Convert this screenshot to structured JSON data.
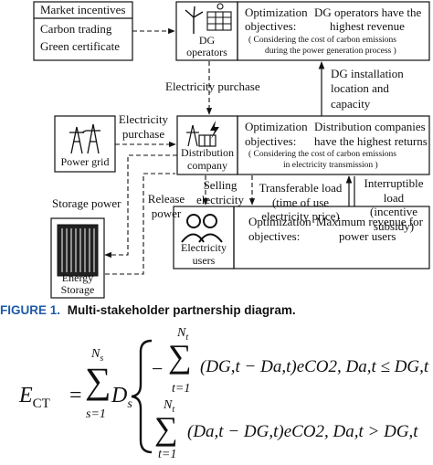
{
  "market": {
    "title": "Market incentives",
    "item1": "Carbon trading",
    "item2": "Green certificate"
  },
  "dg": {
    "label1": "DG",
    "label2": "operators",
    "opt_label": "Optimization",
    "obj_label": "objectives:",
    "goal1": "DG operators have the",
    "goal2": "highest revenue",
    "note1": "(  Considering the cost of carbon emissions",
    "note2": "during the power generation process  )"
  },
  "links": {
    "elec_purchase_top": "Electricity purchase",
    "installation1": "DG installation",
    "installation2": "location and",
    "installation3": "capacity",
    "elec_purchase_left1": "Electricity",
    "elec_purchase_left2": "purchase",
    "storage_power": "Storage power",
    "release1": "Release",
    "release2": "power",
    "selling1": "Selling",
    "selling2": "electricity",
    "transferable1": "Transferable load",
    "transferable2": "(time of use",
    "transferable3": "electricity price)",
    "interruptible1": "Interruptible",
    "interruptible2": "load",
    "interruptible3": "(incentive",
    "interruptible4": "subsidy)"
  },
  "grid": {
    "label": "Power grid"
  },
  "dist": {
    "label1": "Distribution",
    "label2": "company",
    "opt_label": "Optimization",
    "obj_label": "objectives:",
    "goal1": "Distribution companies",
    "goal2": "have the highest returns",
    "note1": "(  Considering the cost of carbon emissions",
    "note2": "in electricity transmission  )"
  },
  "users": {
    "label1": "Electricity",
    "label2": "users",
    "opt_label": "Optimization",
    "obj_label": "objectives:",
    "goal1": "Maximum revenue for",
    "goal2": "power users"
  },
  "storage": {
    "label1": "Energy",
    "label2": "Storage"
  },
  "caption": {
    "figure": "FIGURE 1.",
    "text": "Multi-stakeholder partnership diagram."
  },
  "equation": {
    "lhs_symbol": "E",
    "lhs_sub": "CT",
    "equals": "=",
    "sum_upper": "N",
    "sum_upper_sub": "s",
    "sum_lower": "s=1",
    "D": "D",
    "D_sub": "s",
    "row1_sign": "−",
    "row1_upper": "N",
    "row1_upper_sub": "t",
    "row1_lower": "t=1",
    "row1_expr": "(D",
    "row1_cond": ", D",
    "row2_upper": "N",
    "row2_upper_sub": "t",
    "row2_lower": "t=1",
    "term1": "(DG,t − Da,t)eCO2, Da,t ≤ DG,t",
    "term2": "(Da,t − DG,t)eCO2, Da,t > DG,t"
  }
}
